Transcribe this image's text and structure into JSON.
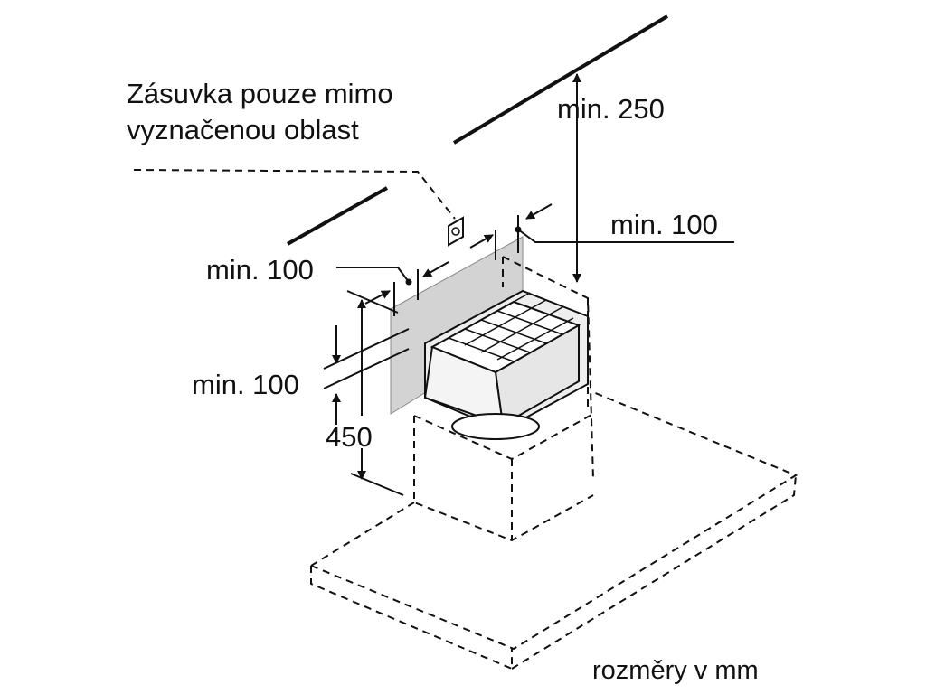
{
  "labels": {
    "socket_note_line1": "Zásuvka pouze mimo",
    "socket_note_line2": "vyznačenou oblast",
    "top_clearance": "min. 250",
    "side_clearance_right": "min. 100",
    "side_clearance_left": "min. 100",
    "front_clearance": "min. 100",
    "height_450": "450",
    "units": "rozměry v mm"
  },
  "colors": {
    "line": "#111111",
    "shaded_area": "#d3d3d3",
    "filter_body": "#eeeeee",
    "background": "#ffffff"
  }
}
